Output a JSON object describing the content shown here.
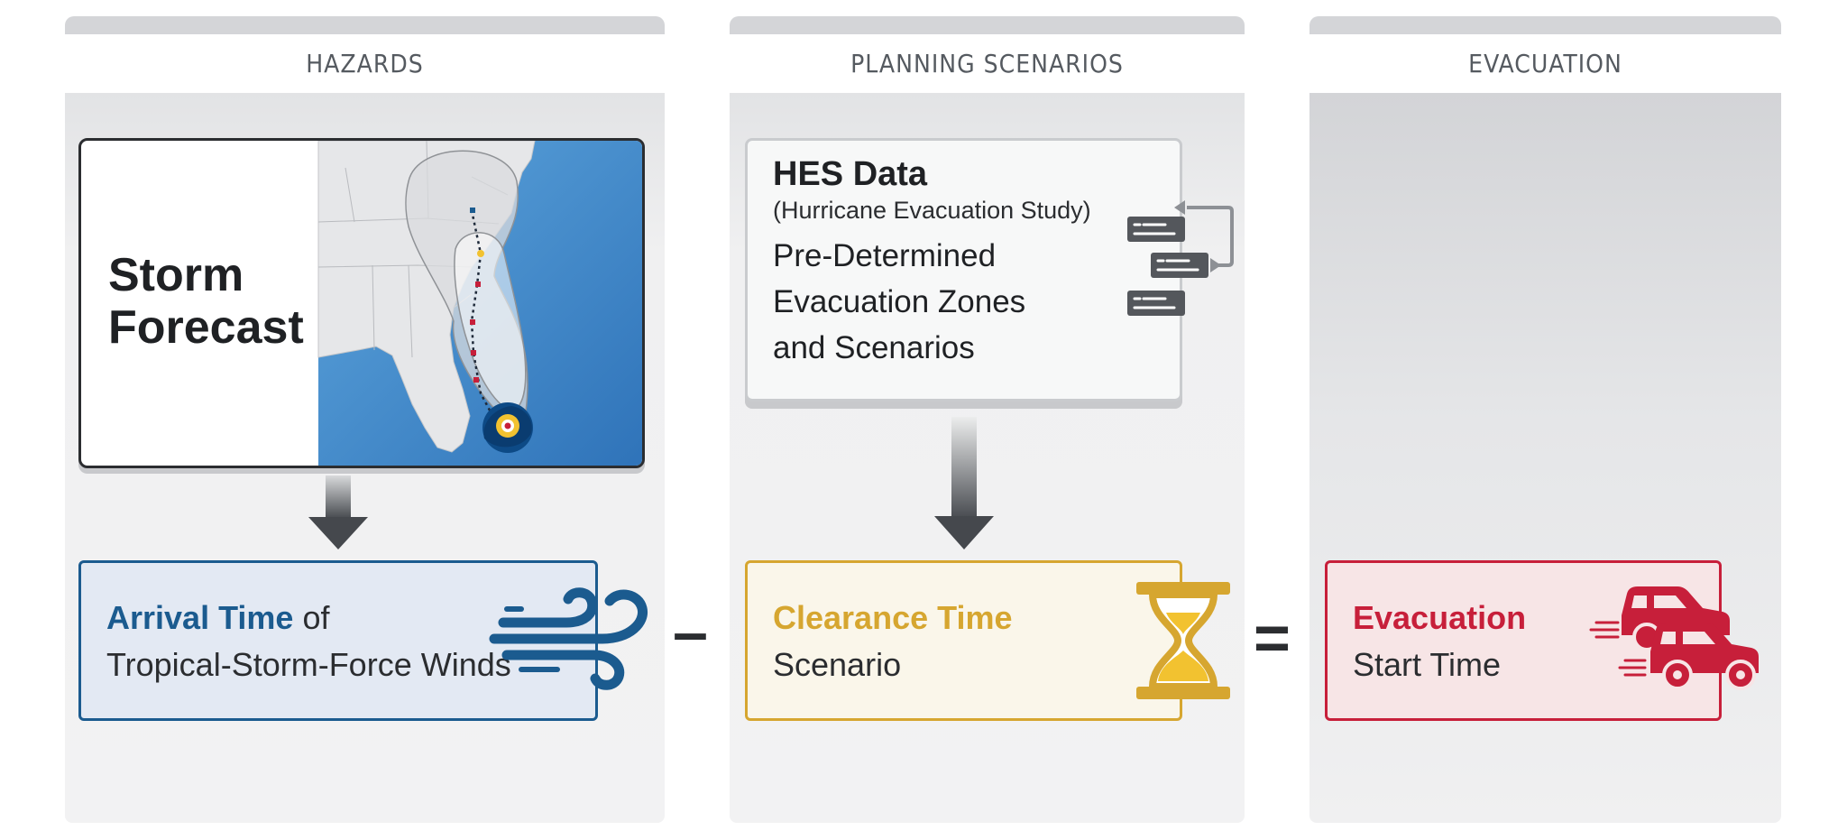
{
  "columns": {
    "hazards": "HAZARDS",
    "planning": "PLANNING SCENARIOS",
    "evacuation": "EVACUATION"
  },
  "storm_forecast": {
    "line1": "Storm",
    "line2": "Forecast"
  },
  "hes": {
    "title": "HES Data",
    "subtitle": "(Hurricane Evacuation Study)",
    "line1": "Pre-Determined",
    "line2": "Evacuation Zones",
    "line3": "and Scenarios"
  },
  "arrival": {
    "highlight": "Arrival Time",
    "rest": " of",
    "line2": "Tropical-Storm-Force Winds"
  },
  "clearance": {
    "highlight": "Clearance Time",
    "line2": "Scenario"
  },
  "evac": {
    "highlight": "Evacuation",
    "line2": "Start Time"
  },
  "operators": {
    "minus": "–",
    "equals": "="
  },
  "colors": {
    "arrival": "#1b5b8f",
    "clearance": "#d6a630",
    "evacuation": "#c71f3a",
    "ocean": "#4a8fcf"
  },
  "icons": {
    "wind": "wind-icon",
    "hourglass": "hourglass-icon",
    "cars": "cars-icon",
    "data_flow": "data-flow-icon",
    "map": "hurricane-cone-map"
  }
}
